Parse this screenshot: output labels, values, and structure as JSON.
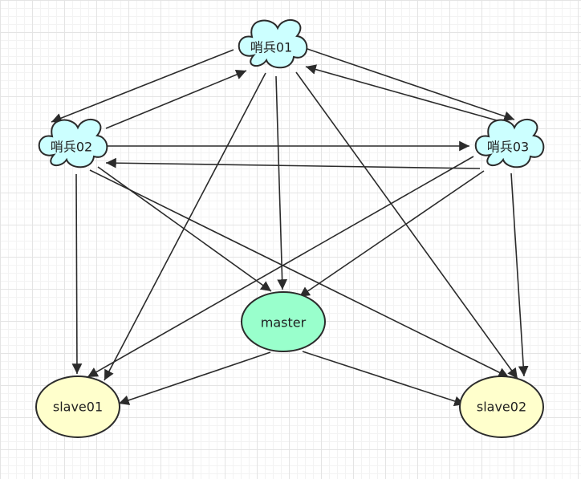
{
  "colors": {
    "sentinel_fill": "#ccffff",
    "master_fill": "#99ffcc",
    "slave_fill": "#ffffcc",
    "stroke": "#2b2b2b",
    "edge": "#2b2b2b"
  },
  "nodes": {
    "sentinel01": {
      "label": "哨兵01",
      "shape": "cloud"
    },
    "sentinel02": {
      "label": "哨兵02",
      "shape": "cloud"
    },
    "sentinel03": {
      "label": "哨兵03",
      "shape": "cloud"
    },
    "master": {
      "label": "master",
      "shape": "ellipse"
    },
    "slave01": {
      "label": "slave01",
      "shape": "ellipse"
    },
    "slave02": {
      "label": "slave02",
      "shape": "ellipse"
    }
  },
  "edges": [
    {
      "from": "sentinel01",
      "to": "sentinel02"
    },
    {
      "from": "sentinel02",
      "to": "sentinel01"
    },
    {
      "from": "sentinel01",
      "to": "sentinel03"
    },
    {
      "from": "sentinel03",
      "to": "sentinel01"
    },
    {
      "from": "sentinel02",
      "to": "sentinel03"
    },
    {
      "from": "sentinel03",
      "to": "sentinel02"
    },
    {
      "from": "sentinel01",
      "to": "master"
    },
    {
      "from": "sentinel02",
      "to": "master"
    },
    {
      "from": "sentinel03",
      "to": "master"
    },
    {
      "from": "sentinel01",
      "to": "slave01"
    },
    {
      "from": "sentinel02",
      "to": "slave01"
    },
    {
      "from": "sentinel03",
      "to": "slave01"
    },
    {
      "from": "sentinel01",
      "to": "slave02"
    },
    {
      "from": "sentinel02",
      "to": "slave02"
    },
    {
      "from": "sentinel03",
      "to": "slave02"
    },
    {
      "from": "master",
      "to": "slave01"
    },
    {
      "from": "master",
      "to": "slave02"
    }
  ]
}
